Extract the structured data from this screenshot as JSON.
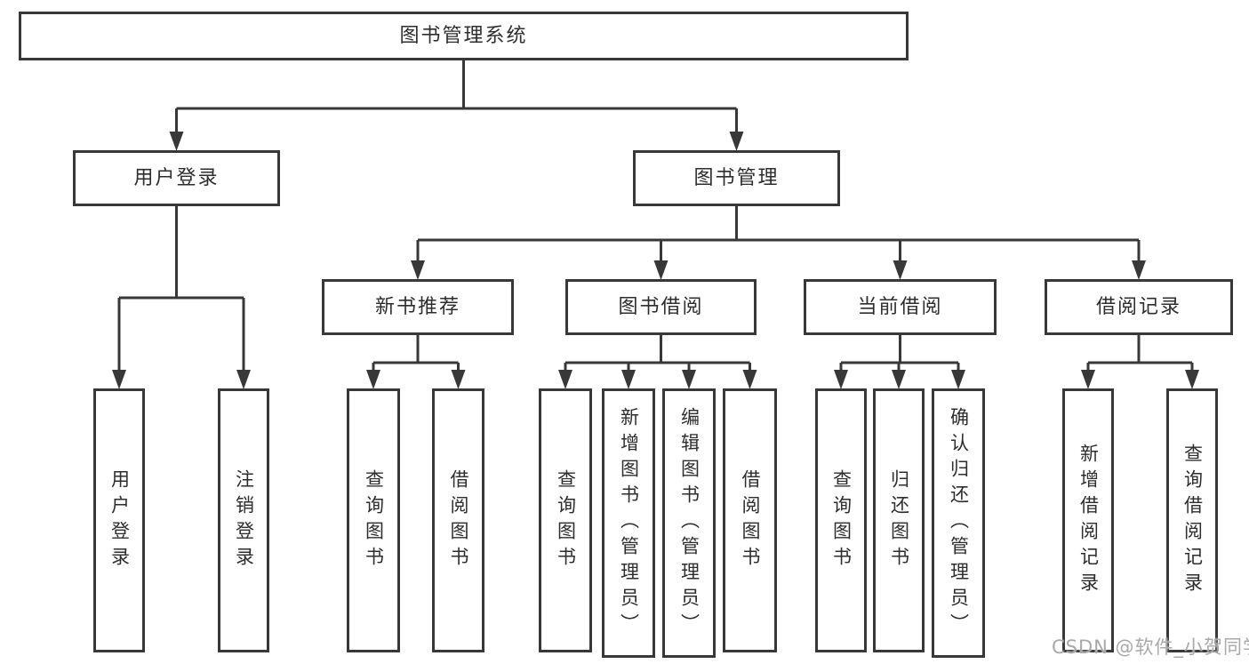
{
  "diagram_title": "图书管理系统",
  "colors": {
    "line": "#383838",
    "box_border": "#383838",
    "text": "#2d2d2d",
    "background": "#ffffff",
    "watermark": "#a9a9a9"
  },
  "watermark": {
    "text": "CSDN @软件_小贺同学"
  },
  "nodes": [
    {
      "id": "root",
      "label": "图书管理系统",
      "orientation": "horizontal",
      "parent": null
    },
    {
      "id": "user-login",
      "label": "用户登录",
      "orientation": "horizontal",
      "parent": "root"
    },
    {
      "id": "book-mgmt",
      "label": "图书管理",
      "orientation": "horizontal",
      "parent": "root"
    },
    {
      "id": "new-book-rec",
      "label": "新书推荐",
      "orientation": "horizontal",
      "parent": "book-mgmt"
    },
    {
      "id": "book-borrow",
      "label": "图书借阅",
      "orientation": "horizontal",
      "parent": "book-mgmt"
    },
    {
      "id": "current-borrow",
      "label": "当前借阅",
      "orientation": "horizontal",
      "parent": "book-mgmt"
    },
    {
      "id": "borrow-record",
      "label": "借阅记录",
      "orientation": "horizontal",
      "parent": "book-mgmt"
    },
    {
      "id": "leaf-user-login",
      "label": "用户登录",
      "orientation": "vertical",
      "parent": "user-login"
    },
    {
      "id": "leaf-logout",
      "label": "注销登录",
      "orientation": "vertical",
      "parent": "user-login"
    },
    {
      "id": "leaf-query-book-1",
      "label": "查询图书",
      "orientation": "vertical",
      "parent": "new-book-rec"
    },
    {
      "id": "leaf-borrow-book-1",
      "label": "借阅图书",
      "orientation": "vertical",
      "parent": "new-book-rec"
    },
    {
      "id": "leaf-query-book-2",
      "label": "查询图书",
      "orientation": "vertical",
      "parent": "book-borrow"
    },
    {
      "id": "leaf-add-book",
      "label": "新增图书（管理员）",
      "orientation": "vertical",
      "parent": "book-borrow"
    },
    {
      "id": "leaf-edit-book",
      "label": "编辑图书（管理员）",
      "orientation": "vertical",
      "parent": "book-borrow"
    },
    {
      "id": "leaf-borrow-book-2",
      "label": "借阅图书",
      "orientation": "vertical",
      "parent": "book-borrow"
    },
    {
      "id": "leaf-query-book-3",
      "label": "查询图书",
      "orientation": "vertical",
      "parent": "current-borrow"
    },
    {
      "id": "leaf-return-book",
      "label": "归还图书",
      "orientation": "vertical",
      "parent": "current-borrow"
    },
    {
      "id": "leaf-confirm-return",
      "label": "确认归还（管理员）",
      "orientation": "vertical",
      "parent": "current-borrow"
    },
    {
      "id": "leaf-add-borrow-record",
      "label": "新增借阅记录",
      "orientation": "vertical",
      "parent": "borrow-record"
    },
    {
      "id": "leaf-query-borrow-record",
      "label": "查询借阅记录",
      "orientation": "vertical",
      "parent": "borrow-record"
    }
  ]
}
